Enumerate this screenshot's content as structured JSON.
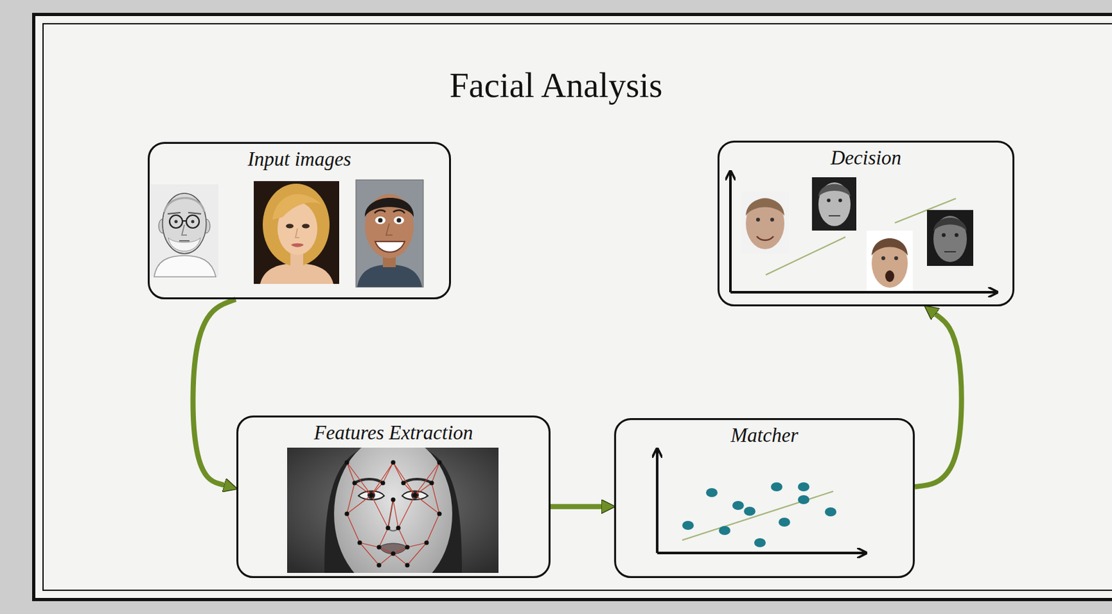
{
  "diagram": {
    "title": "Facial Analysis",
    "nodes": [
      {
        "text": [
          "Input images"
        ]
      },
      {
        "text": [
          "Decision"
        ]
      },
      {
        "text": [
          "Features Extraction"
        ]
      },
      {
        "text": [
          "Matcher"
        ]
      }
    ],
    "edges": [
      {
        "from": 0,
        "to": 2,
        "arrow": "to"
      },
      {
        "from": 2,
        "to": 3,
        "arrow": "to"
      },
      {
        "from": 3,
        "to": 1,
        "arrow": "to"
      }
    ]
  }
}
